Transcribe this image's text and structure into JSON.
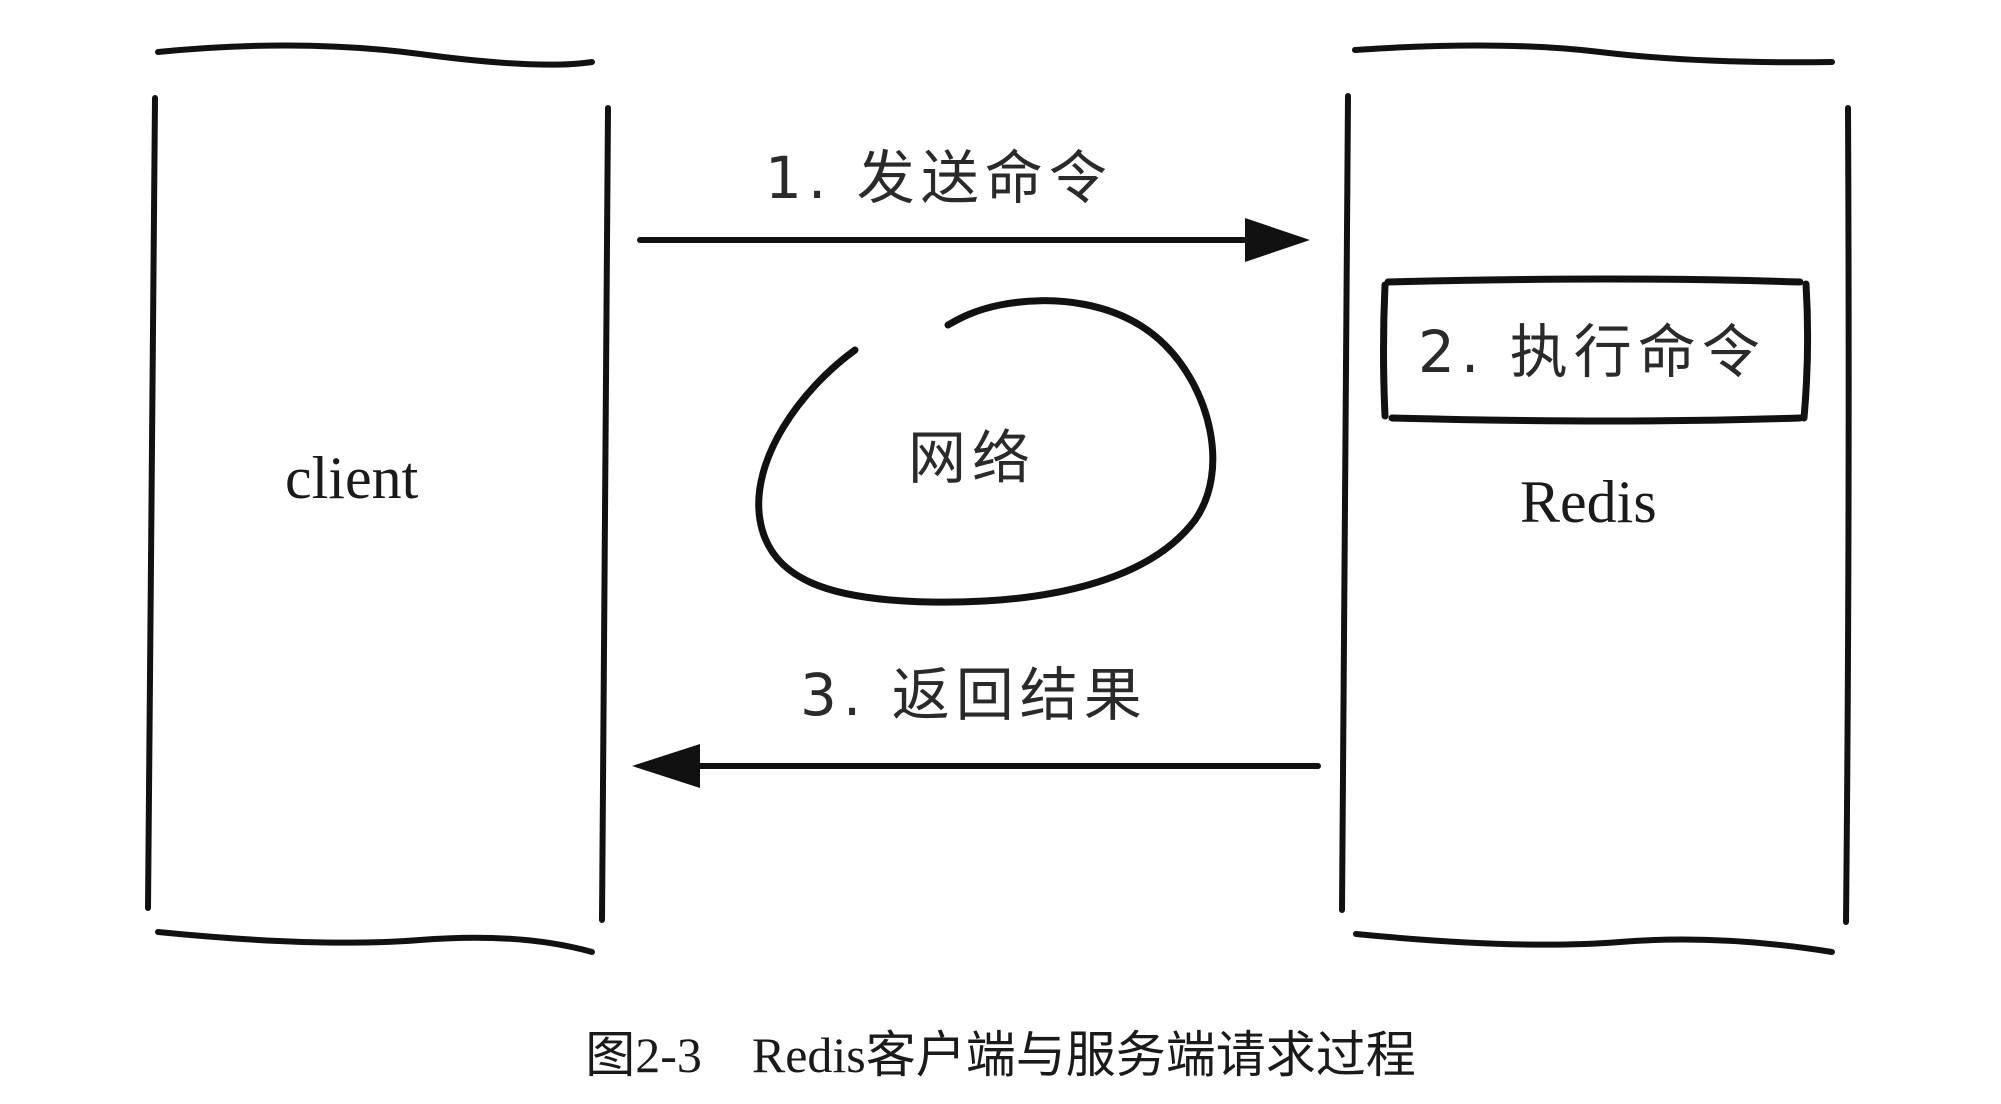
{
  "client_label": "client",
  "server_label": "Redis",
  "network_label": "网络",
  "step1_label": "1. 发送命令",
  "step2_label": "2. 执行命令",
  "step3_label": "3. 返回结果",
  "caption": "图2-3    Redis客户端与服务端请求过程"
}
